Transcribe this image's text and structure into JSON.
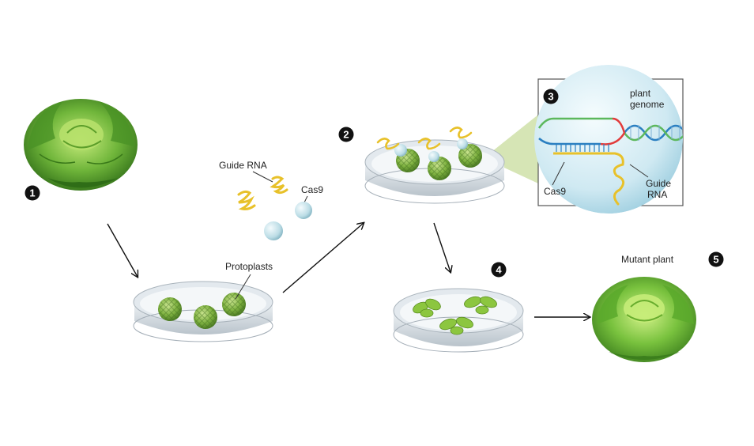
{
  "labels": {
    "guide_rna": "Guide RNA",
    "cas9": "Cas9",
    "protoplasts": "Protoplasts",
    "inset_plant": "plant",
    "inset_genome": "genome",
    "inset_cas9": "Cas9",
    "inset_guide": "Guide",
    "inset_rna": "RNA",
    "mutant_plant": "Mutant plant"
  },
  "steps": [
    "1",
    "2",
    "3",
    "4",
    "5"
  ],
  "colors": {
    "lettuce_dark": "#3f8a1f",
    "lettuce_light": "#8fd24a",
    "protoplast": "#7fb241",
    "rna_yellow": "#e8c12a",
    "cas9_sphere": "#bcdde6",
    "dna_blue": "#2a7fc1",
    "dna_green": "#5cb85c",
    "dna_red": "#e23b3b",
    "dish": "#cfd6dc",
    "inset_bubble": "#cfe9f2",
    "callout": "#cfe0a8"
  }
}
